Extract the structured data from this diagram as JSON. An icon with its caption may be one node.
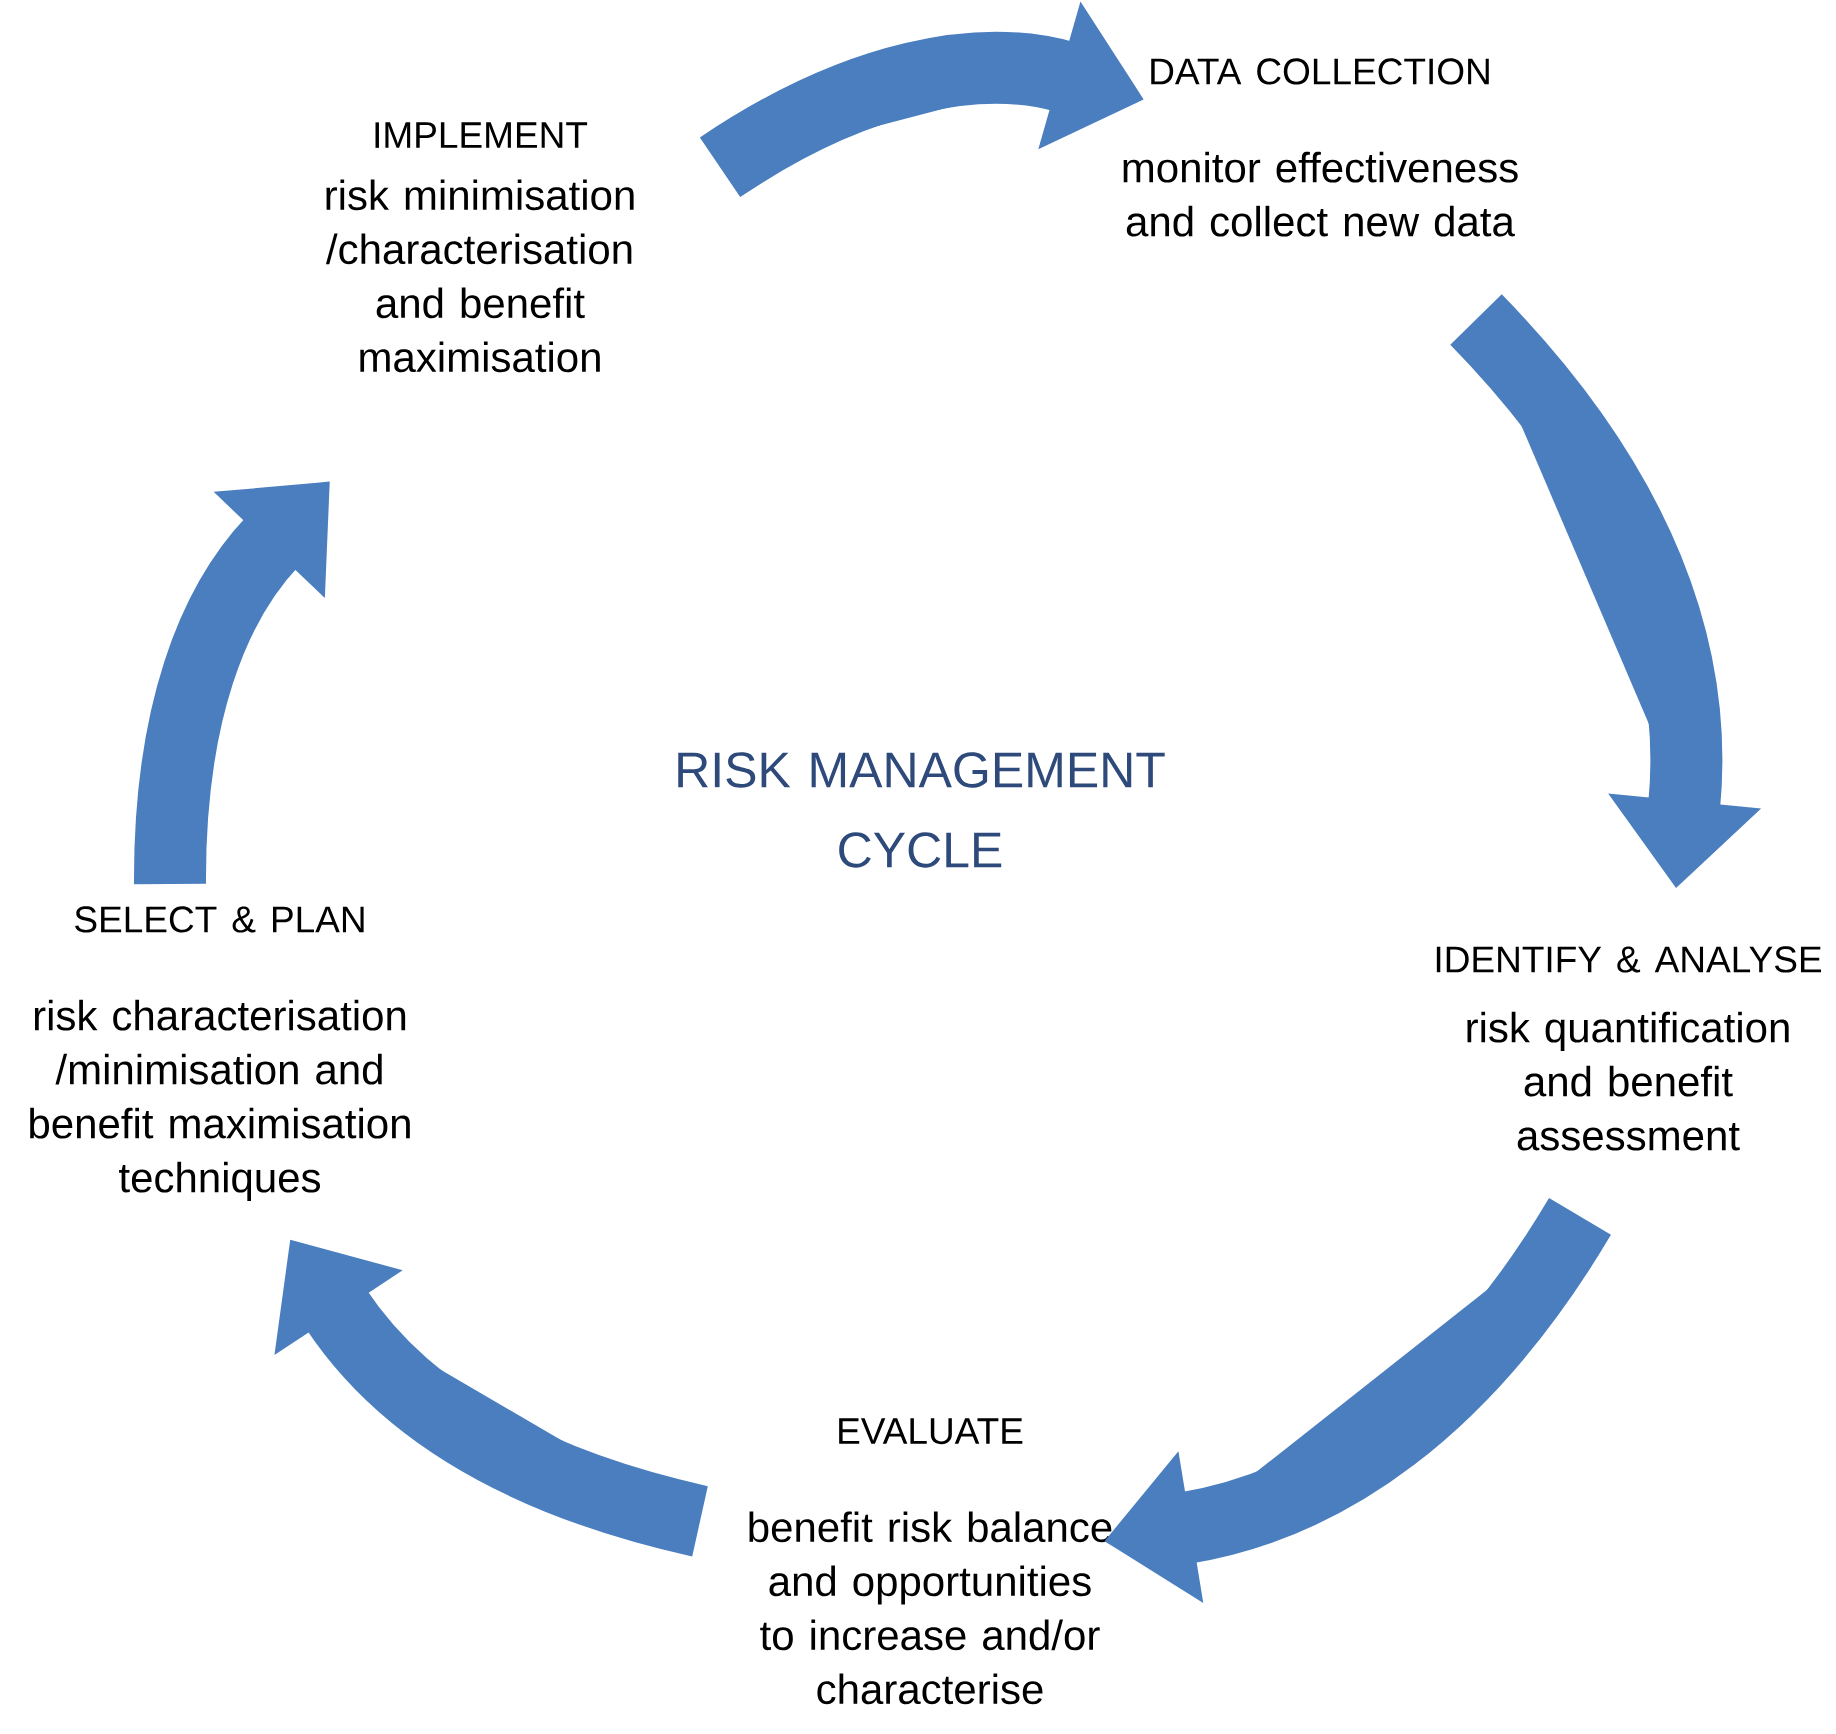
{
  "diagram": {
    "title": "RISK MANAGEMENT CYCLE",
    "nodes": [
      {
        "text": [
          "IMPLEMENT",
          "risk minimisation /characterisation and benefit maximisation"
        ]
      },
      {
        "text": [
          "DATA COLLECTION",
          "monitor effectiveness and collect new data"
        ]
      },
      {
        "text": [
          "IDENTIFY & ANALYSE",
          "risk quantification and benefit assessment"
        ]
      },
      {
        "text": [
          "EVALUATE",
          "benefit risk balance and opportunities to increase and/or characterise"
        ]
      },
      {
        "text": [
          "SELECT & PLAN",
          "risk characterisation /minimisation and benefit maximisation techniques"
        ]
      }
    ],
    "edges": [
      {
        "from": 0,
        "to": 1,
        "arrow": "to"
      },
      {
        "from": 1,
        "to": 2,
        "arrow": "to"
      },
      {
        "from": 2,
        "to": 3,
        "arrow": "to"
      },
      {
        "from": 3,
        "to": 4,
        "arrow": "to"
      },
      {
        "from": 4,
        "to": 0,
        "arrow": "to"
      }
    ]
  }
}
